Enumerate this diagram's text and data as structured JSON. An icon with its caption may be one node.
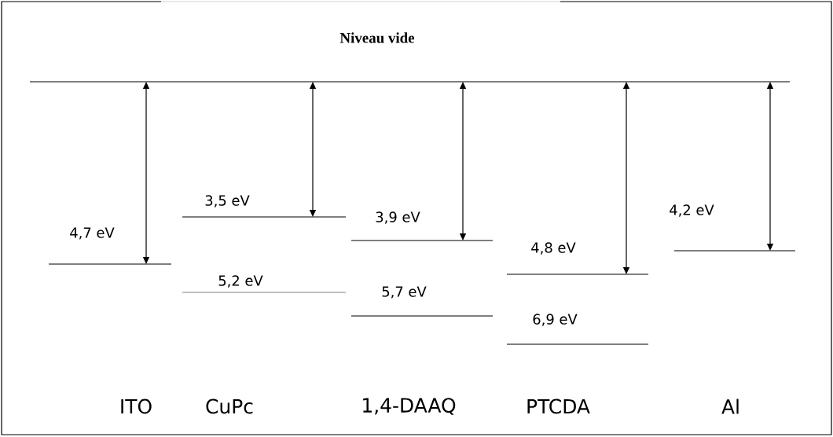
{
  "diagram": {
    "title": "Niveau vide",
    "labels": [
      "4,7 eV",
      "3,5 eV",
      "5,2 eV",
      "3,9 eV",
      "5,7 eV",
      "4,8 eV",
      "6,9 eV",
      "4,2 eV",
      "ITO",
      "CuPc",
      "1,4-DAAQ",
      "PTCDA",
      "Al"
    ]
  }
}
